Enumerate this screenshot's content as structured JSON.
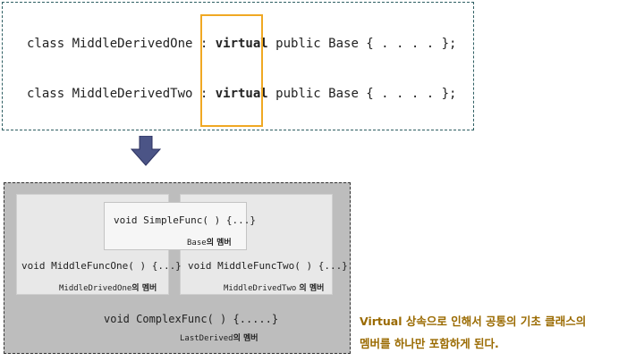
{
  "code": {
    "line1": {
      "prefix": "class MiddleDerivedOne : ",
      "keyword": "virtual",
      "suffix": " public Base { . . . . };"
    },
    "line2": {
      "prefix": "class MiddleDerivedTwo : ",
      "keyword": "virtual",
      "suffix": " public Base { . . . . };"
    }
  },
  "diagram": {
    "base_func": "void SimpleFunc( ) {...}",
    "base_label_code": "Base",
    "base_label_suffix": "의 멤버",
    "mid_one_func": "void MiddleFuncOne( ) {...}",
    "mid_one_label_code": "MiddleDrivedOne",
    "mid_one_label_suffix": "의 멤버",
    "mid_two_func": "void MiddleFuncTwo( ) {...}",
    "mid_two_label_code": "MiddleDrivedTwo",
    "mid_two_label_suffix": " 의 멤버",
    "last_func": "void ComplexFunc( ) {.....}",
    "last_label_code": "LastDerived",
    "last_label_suffix": "의 멤버"
  },
  "note": {
    "line1": "Virtual 상속으로 인해서 공통의 기초 클래스의",
    "line2": "멤버를 하나만 포함하게 된다."
  },
  "colors": {
    "highlight": "#f0a823",
    "arrow": "#4b5486",
    "note": "#9a6a00"
  }
}
